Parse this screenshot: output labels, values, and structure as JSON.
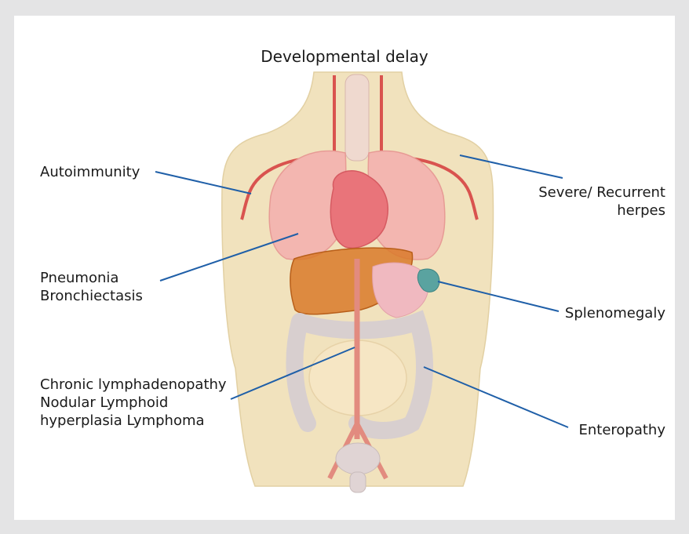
{
  "title": "Developmental delay",
  "labels": {
    "autoimmunity": [
      "Autoimmunity"
    ],
    "herpes": [
      "Severe/ Recurrent",
      "herpes"
    ],
    "pneumonia": [
      "Pneumonia",
      "Bronchiectasis"
    ],
    "splenomegaly": [
      "Splenomegaly"
    ],
    "lymph": [
      "Chronic lymphadenopathy",
      "Nodular Lymphoid",
      "hyperplasia Lymphoma"
    ],
    "enteropathy": [
      "Enteropathy"
    ]
  },
  "colors": {
    "leader_line": "#1f5fa8",
    "skin": "#f1e2bd",
    "lung": "#f3b6b0",
    "heart": "#e9747a",
    "liver": "#d97a2a",
    "spleen": "#5aa3a0",
    "intestine": "#d8cfcf",
    "vessel": "#d9534f"
  }
}
